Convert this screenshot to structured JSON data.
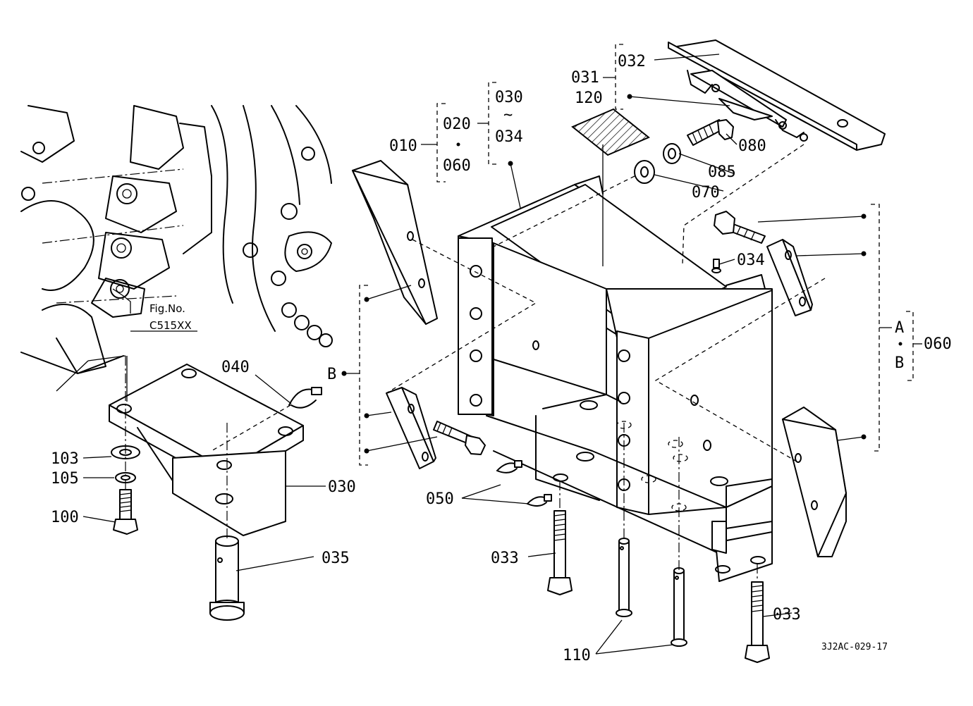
{
  "figure_ref": {
    "line1": "Fig.No.",
    "line2": "C515XX"
  },
  "drawing_code": "3J2AC-029-17",
  "callouts": {
    "p010": "010",
    "p020": "020",
    "p030_range": "030",
    "tilde": "~",
    "p034_range": "034",
    "p060_range": "060",
    "p031": "031",
    "p120": "120",
    "p032": "032",
    "p080": "080",
    "p085": "085",
    "p070": "070",
    "p034": "034",
    "grpA": "A",
    "grpB_right": "B",
    "p060": "060",
    "grpB_left": "B",
    "p040": "040",
    "p103": "103",
    "p105": "105",
    "p100": "100",
    "p030": "030",
    "p035": "035",
    "p050": "050",
    "p033_left": "033",
    "p033_right": "033",
    "p110": "110"
  }
}
